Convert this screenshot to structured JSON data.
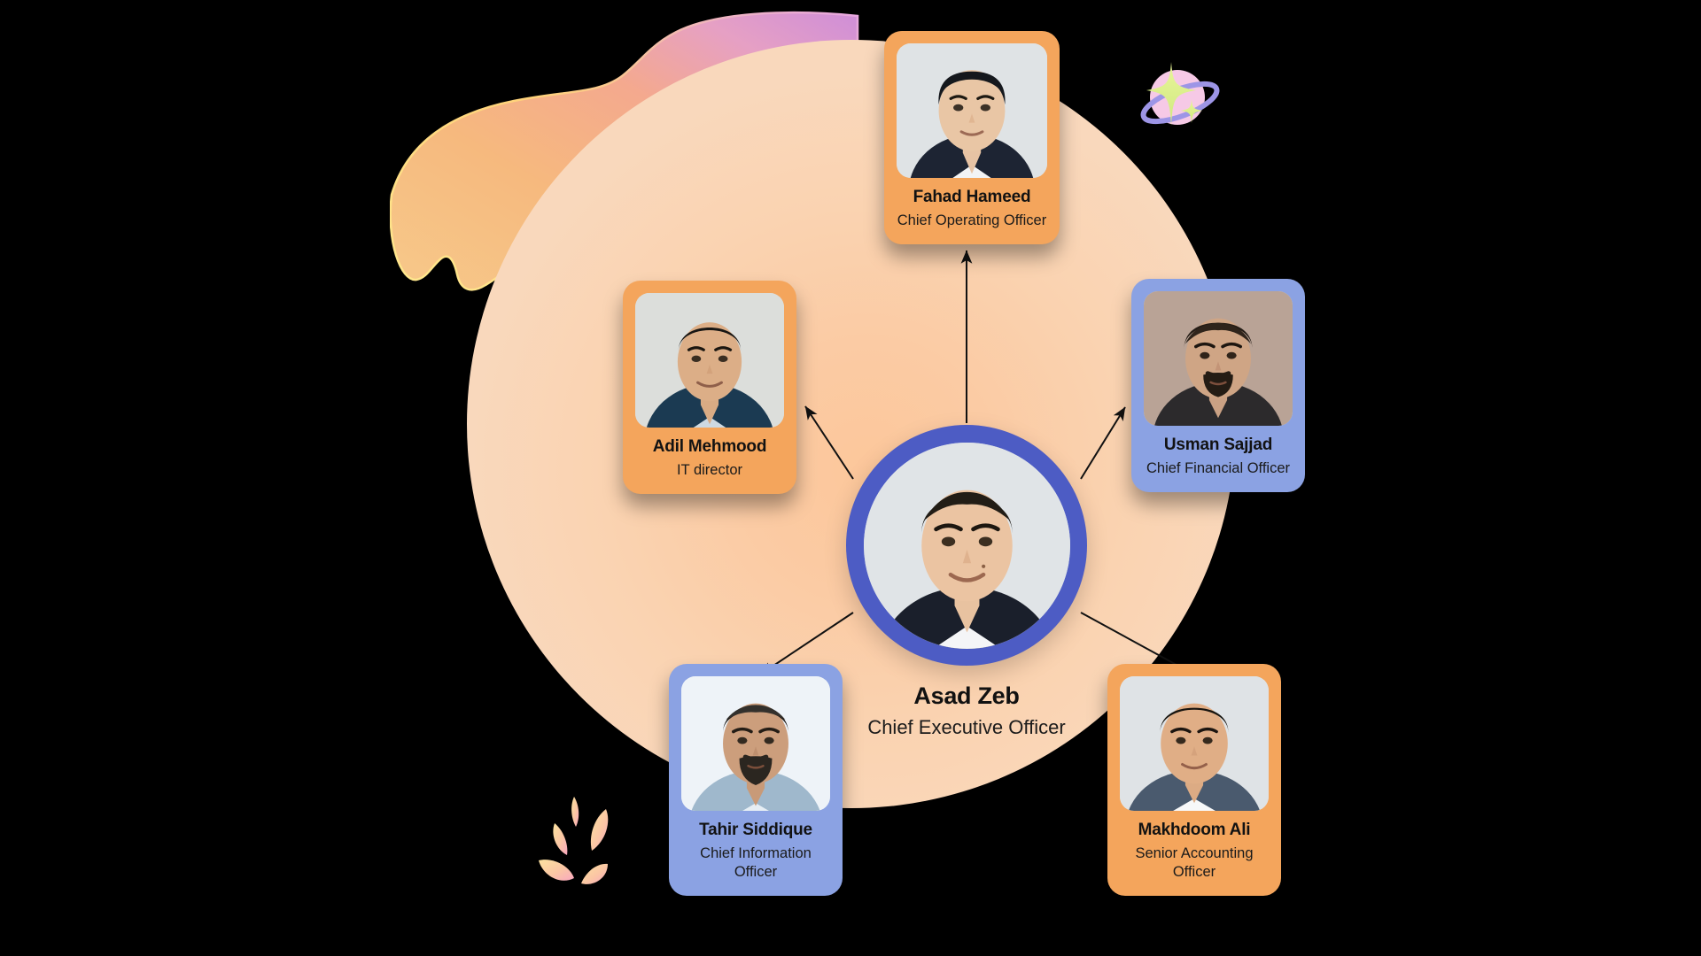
{
  "theme": {
    "background": "#000000",
    "circle_peach": "#f9d8bc",
    "circle_center_glow": "#fcc79b",
    "card_orange": "#f4a55c",
    "card_blue": "#8ba2e3",
    "ring_blue": "#4d5cc4",
    "connector_color": "#111111",
    "text_primary": "#121212"
  },
  "center": {
    "name": "Asad Zeb",
    "role": "Chief Executive Officer",
    "photo_alt": "portrait-asad-zeb"
  },
  "cards": [
    {
      "id": "coo",
      "name": "Fahad Hameed",
      "role": "Chief Operating Officer",
      "color": "orange",
      "photo_alt": "portrait-fahad-hameed"
    },
    {
      "id": "it",
      "name": "Adil Mehmood",
      "role": "IT director",
      "color": "orange",
      "photo_alt": "portrait-adil-mehmood"
    },
    {
      "id": "cfo",
      "name": "Usman Sajjad",
      "role": "Chief Financial Officer",
      "color": "blue",
      "photo_alt": "portrait-usman-sajjad"
    },
    {
      "id": "cio",
      "name": "Tahir Siddique",
      "role": "Chief Information Officer",
      "color": "blue",
      "photo_alt": "portrait-tahir-siddique"
    },
    {
      "id": "sao",
      "name": "Makhdoom Ali",
      "role": "Senior Accounting Officer",
      "color": "orange",
      "photo_alt": "portrait-makhdoom-ali"
    }
  ],
  "decorations": {
    "blob": "orange-pink-gradient-blob",
    "planet": "pink-planet-with-ring-and-sparkles",
    "petals": "five-gradient-petals"
  }
}
